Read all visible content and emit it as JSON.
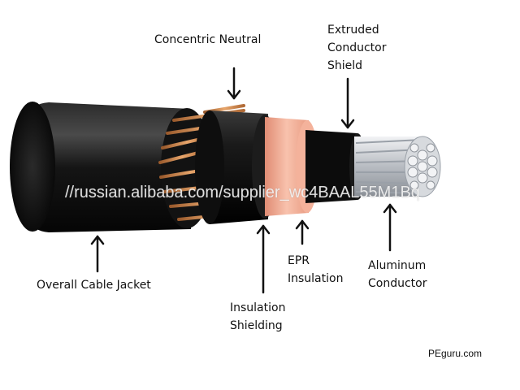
{
  "labels": {
    "concentric_neutral": "Concentric Neutral",
    "extruded_line1": "Extruded",
    "extruded_line2": "Conductor",
    "extruded_line3": "Shield",
    "overall_jacket": "Overall Cable Jacket",
    "insulation_shielding_line1": "Insulation",
    "insulation_shielding_line2": "Shielding",
    "epr_line1": "EPR",
    "epr_line2": "Insulation",
    "aluminum_line1": "Aluminum",
    "aluminum_line2": "Conductor"
  },
  "watermark": "//russian.alibaba.com/supplier_wc4BAAL55M1Bq",
  "credit": "PEguru.com",
  "colors": {
    "jacket": "#111111",
    "neutral_wire": "#c8834a",
    "insulation_shield": "#141414",
    "epr_insulation": "#f0a58c",
    "conductor_shield": "#0c0c0c",
    "conductor": "#c9ccd1"
  }
}
